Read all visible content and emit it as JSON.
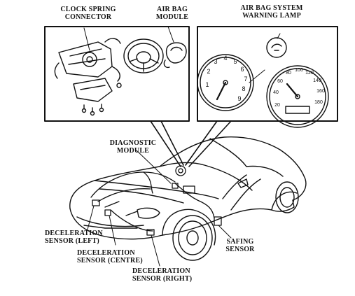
{
  "labels": {
    "clock_spring_1": "CLOCK SPRING",
    "clock_spring_2": "CONNECTOR",
    "air_bag_module_1": "AIR BAG",
    "air_bag_module_2": "MODULE",
    "warning_lamp_1": "AIR BAG SYSTEM",
    "warning_lamp_2": "WARNING LAMP",
    "diagnostic_1": "DIAGNOSTIC",
    "diagnostic_2": "MODULE",
    "decel_left_1": "DECELERATION",
    "decel_left_2": "SENSOR (LEFT)",
    "decel_centre_1": "DECELERATION",
    "decel_centre_2": "SENSOR (CENTRE)",
    "decel_right_1": "DECELERATION",
    "decel_right_2": "SENSOR (RIGHT)",
    "safing_1": "SAFING",
    "safing_2": "SENSOR"
  },
  "tachometer": {
    "ticks": [
      "1",
      "2",
      "3",
      "4",
      "5",
      "6",
      "7",
      "8",
      "9"
    ]
  },
  "speedometer": {
    "ticks": [
      "20",
      "40",
      "60",
      "80",
      "100",
      "120",
      "140",
      "160",
      "180"
    ]
  },
  "colors": {
    "ink": "#111111",
    "paper": "#ffffff"
  }
}
